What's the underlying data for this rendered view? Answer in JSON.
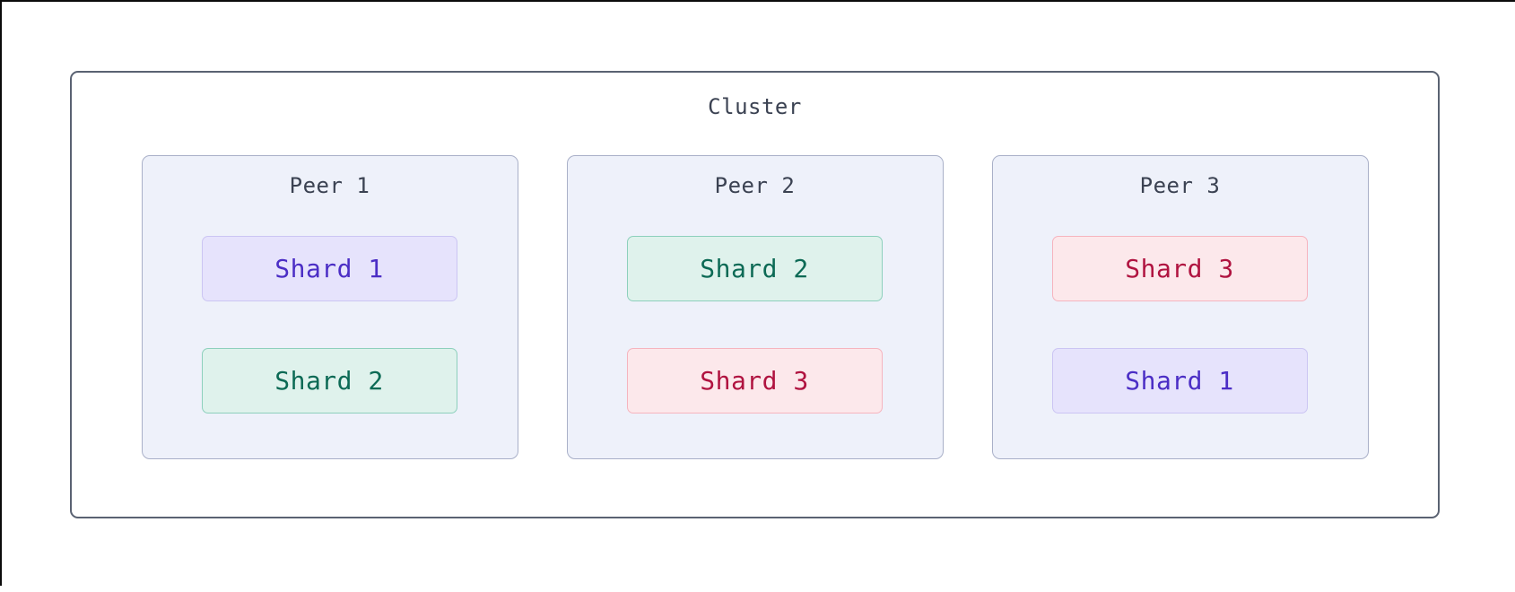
{
  "diagram": {
    "title": "Cluster",
    "peers": [
      {
        "label": "Peer 1",
        "shards": [
          {
            "label": "Shard 1",
            "variant": "violet"
          },
          {
            "label": "Shard 2",
            "variant": "teal"
          }
        ]
      },
      {
        "label": "Peer 2",
        "shards": [
          {
            "label": "Shard 2",
            "variant": "teal"
          },
          {
            "label": "Shard 3",
            "variant": "red"
          }
        ]
      },
      {
        "label": "Peer 3",
        "shards": [
          {
            "label": "Shard 3",
            "variant": "red"
          },
          {
            "label": "Shard 1",
            "variant": "violet"
          }
        ]
      }
    ],
    "colors": {
      "page_edge": "#0b0b0b",
      "cluster_border": "#5a6272",
      "cluster_bg": "#ffffff",
      "label_text": "#3b4252",
      "peer_bg": "#eef1fa",
      "peer_border": "#a9b0c8",
      "shard_violet_bg": "#e6e3fc",
      "shard_violet_border": "#cbc5f3",
      "shard_violet_text": "#4b2ec5",
      "shard_teal_bg": "#dff2ec",
      "shard_teal_border": "#8dd0bc",
      "shard_teal_text": "#0c6a55",
      "shard_red_bg": "#fce8eb",
      "shard_red_border": "#f6b4be",
      "shard_red_text": "#b01340"
    }
  }
}
